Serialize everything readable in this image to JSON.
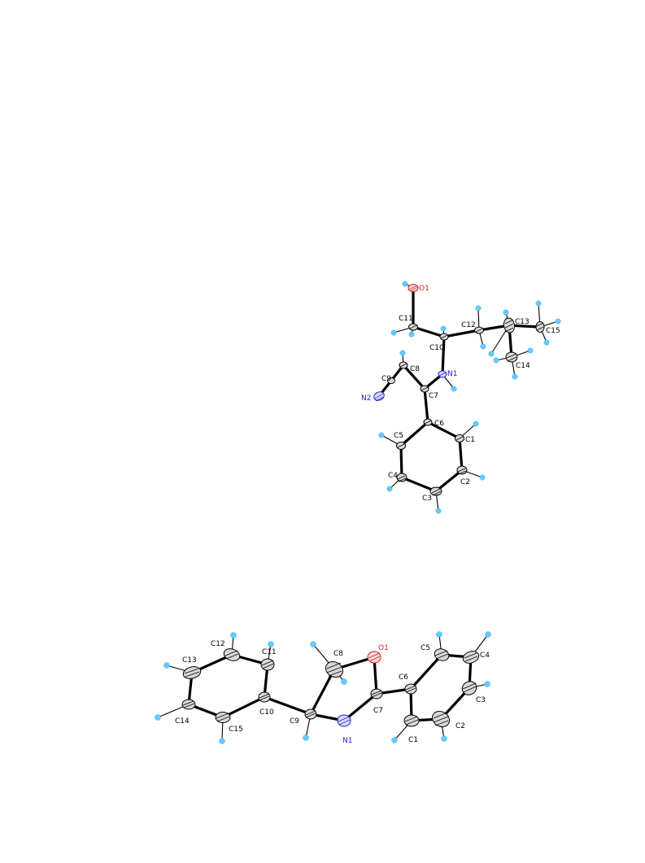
{
  "structure_1": {
    "labels": {
      "O1": "O1",
      "C11": "C11",
      "C10": "C10",
      "C12": "C12",
      "C13": "C13",
      "C14": "C14",
      "C15": "C15",
      "N1": "N1",
      "C8": "C8",
      "C9": "C9",
      "C7": "C7",
      "N2": "N2",
      "C6": "C6",
      "C5": "C5",
      "C1": "C1",
      "C4": "C4",
      "C2": "C2",
      "C3": "C3"
    }
  },
  "structure_2": {
    "labels": {
      "C12": "C12",
      "C11": "C11",
      "C8": "C8",
      "O1": "O1",
      "C5": "C5",
      "C4": "C4",
      "C13": "C13",
      "C6": "C6",
      "C3": "C3",
      "C10": "C10",
      "C9": "C9",
      "C7": "C7",
      "C14": "C14",
      "C15": "C15",
      "N1": "N1",
      "C1": "C1",
      "C2": "C2"
    }
  },
  "colors": {
    "carbon": "#000000",
    "nitrogen": "#2020d0",
    "oxygen": "#d02020",
    "hydrogen": "#66ccff"
  }
}
